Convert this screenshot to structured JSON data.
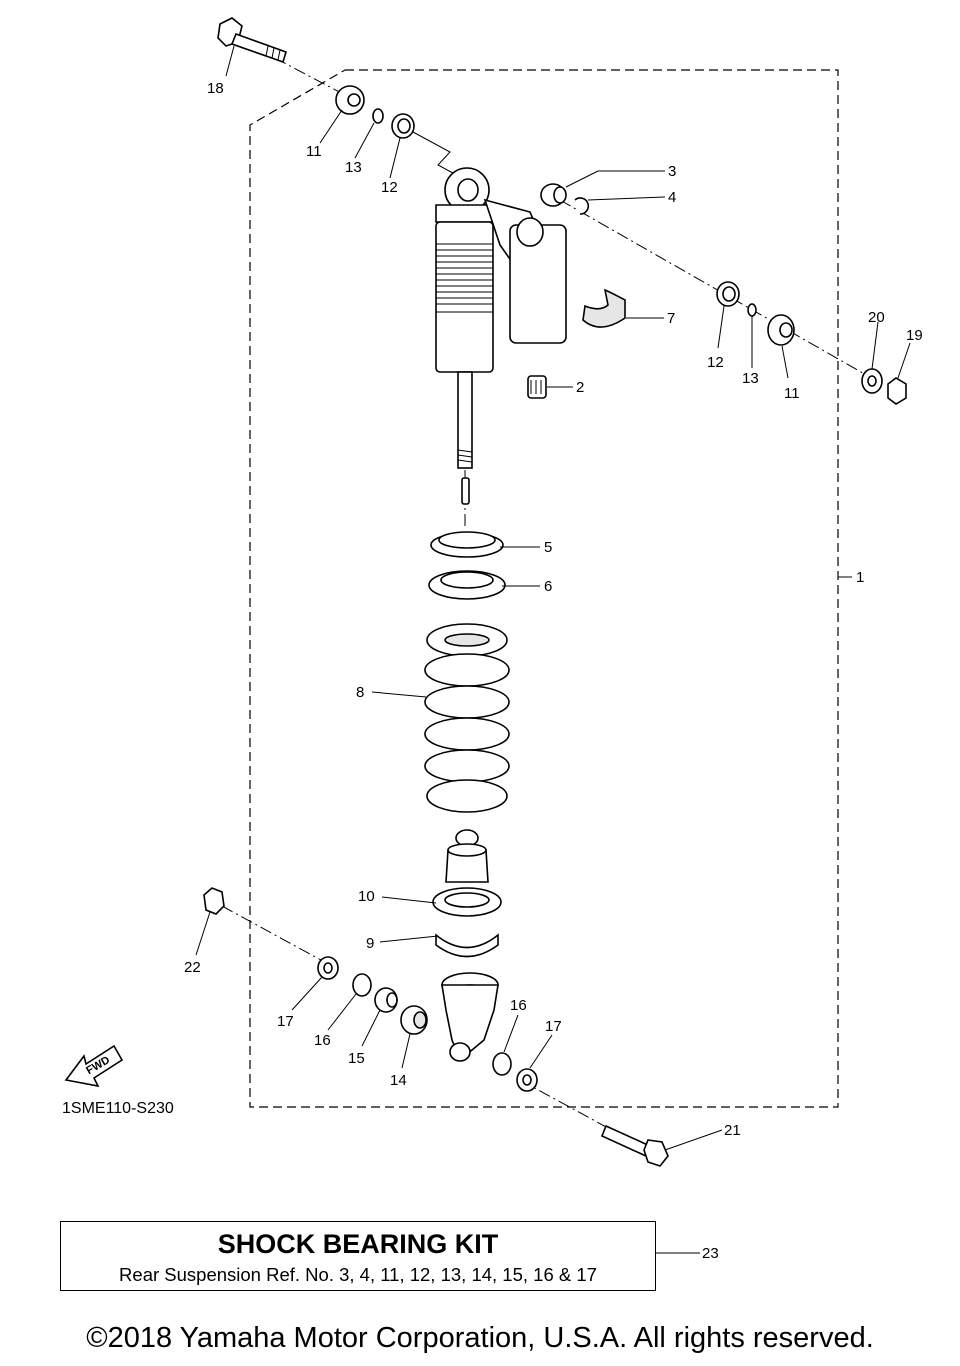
{
  "diagram": {
    "callouts": [
      {
        "id": "1",
        "label": "1"
      },
      {
        "id": "2",
        "label": "2"
      },
      {
        "id": "3",
        "label": "3"
      },
      {
        "id": "4",
        "label": "4"
      },
      {
        "id": "5",
        "label": "5"
      },
      {
        "id": "6",
        "label": "6"
      },
      {
        "id": "7",
        "label": "7"
      },
      {
        "id": "8",
        "label": "8"
      },
      {
        "id": "9",
        "label": "9"
      },
      {
        "id": "10",
        "label": "10"
      },
      {
        "id": "11a",
        "label": "11"
      },
      {
        "id": "11b",
        "label": "11"
      },
      {
        "id": "12a",
        "label": "12"
      },
      {
        "id": "12b",
        "label": "12"
      },
      {
        "id": "13a",
        "label": "13"
      },
      {
        "id": "13b",
        "label": "13"
      },
      {
        "id": "14",
        "label": "14"
      },
      {
        "id": "15",
        "label": "15"
      },
      {
        "id": "16a",
        "label": "16"
      },
      {
        "id": "16b",
        "label": "16"
      },
      {
        "id": "17a",
        "label": "17"
      },
      {
        "id": "17b",
        "label": "17"
      },
      {
        "id": "18",
        "label": "18"
      },
      {
        "id": "19",
        "label": "19"
      },
      {
        "id": "20",
        "label": "20"
      },
      {
        "id": "21",
        "label": "21"
      },
      {
        "id": "22",
        "label": "22"
      },
      {
        "id": "23",
        "label": "23"
      }
    ],
    "diagram_code": "1SME110-S230",
    "fwd_label": "FWD"
  },
  "kit": {
    "title": "SHOCK BEARING KIT",
    "description": "Rear Suspension Ref. No. 3, 4, 11, 12, 13, 14, 15, 16 & 17"
  },
  "copyright": "©2018 Yamaha Motor Corporation, U.S.A. All rights reserved."
}
